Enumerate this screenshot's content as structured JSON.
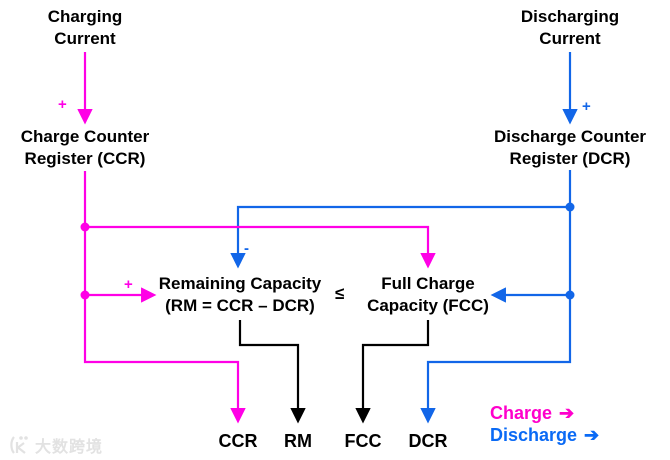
{
  "colors": {
    "charge": "#FF00E6",
    "discharge": "#1266E8",
    "black": "#000000",
    "legend_charge": "#FF00CC",
    "legend_discharge": "#0A6AF5",
    "watermark": "#E2E2E2"
  },
  "nodes": {
    "charging_current": "Charging\nCurrent",
    "discharging_current": "Discharging\nCurrent",
    "ccr_register": "Charge Counter\nRegister (CCR)",
    "dcr_register": "Discharge Counter\nRegister (DCR)",
    "remaining_capacity": "Remaining Capacity\n(RM = CCR – DCR)",
    "full_charge_capacity": "Full Charge\nCapacity (FCC)"
  },
  "operators": {
    "charge_plus": "+",
    "discharge_plus": "+",
    "rm_plus": "+",
    "rm_minus": "-",
    "comparison": "≤"
  },
  "outputs": {
    "ccr": "CCR",
    "rm": "RM",
    "fcc": "FCC",
    "dcr": "DCR"
  },
  "legend": {
    "charge_label": "Charge",
    "discharge_label": "Discharge",
    "arrow": "➔"
  },
  "watermark": {
    "text": "大数跨境"
  }
}
